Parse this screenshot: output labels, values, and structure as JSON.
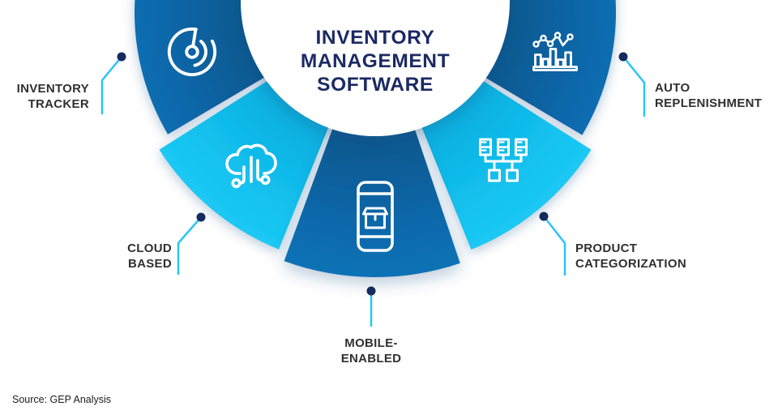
{
  "title": {
    "lines": [
      "INVENTORY",
      "MANAGEMENT",
      "SOFTWARE"
    ]
  },
  "segments": [
    {
      "name": "inventory-tracker",
      "line1": "INVENTORY",
      "line2": "TRACKER",
      "icon": "radar-tracker-icon",
      "tone": "dark-blue"
    },
    {
      "name": "cloud-based",
      "line1": "CLOUD",
      "line2": "BASED",
      "icon": "cloud-network-icon",
      "tone": "cyan"
    },
    {
      "name": "mobile-enabled",
      "line1": "MOBILE-",
      "line2": "ENABLED",
      "icon": "mobile-package-icon",
      "tone": "dark-blue"
    },
    {
      "name": "product-categorization",
      "line1": "PRODUCT",
      "line2": "CATEGORIZATION",
      "icon": "category-hierarchy-icon",
      "tone": "cyan"
    },
    {
      "name": "auto-replenishment",
      "line1": "AUTO",
      "line2": "REPLENISHMENT",
      "icon": "chart-trend-icon",
      "tone": "dark-blue"
    }
  ],
  "source": "Source: GEP Analysis",
  "colors": {
    "dark_blue": "#0e68ab",
    "dark_blue_deep": "#0f5990",
    "dark_blue_edge": "#1173b6",
    "cyan": "#14c3f0",
    "cyan_deep": "#0cb0e0",
    "cyan_edge": "#1fcaf6",
    "title_navy": "#1b2a63",
    "label_text": "#303030",
    "leader_line": "#29c5f7",
    "dot_navy": "#152a5e",
    "icon_stroke": "#ffffff",
    "background": "#ffffff"
  }
}
